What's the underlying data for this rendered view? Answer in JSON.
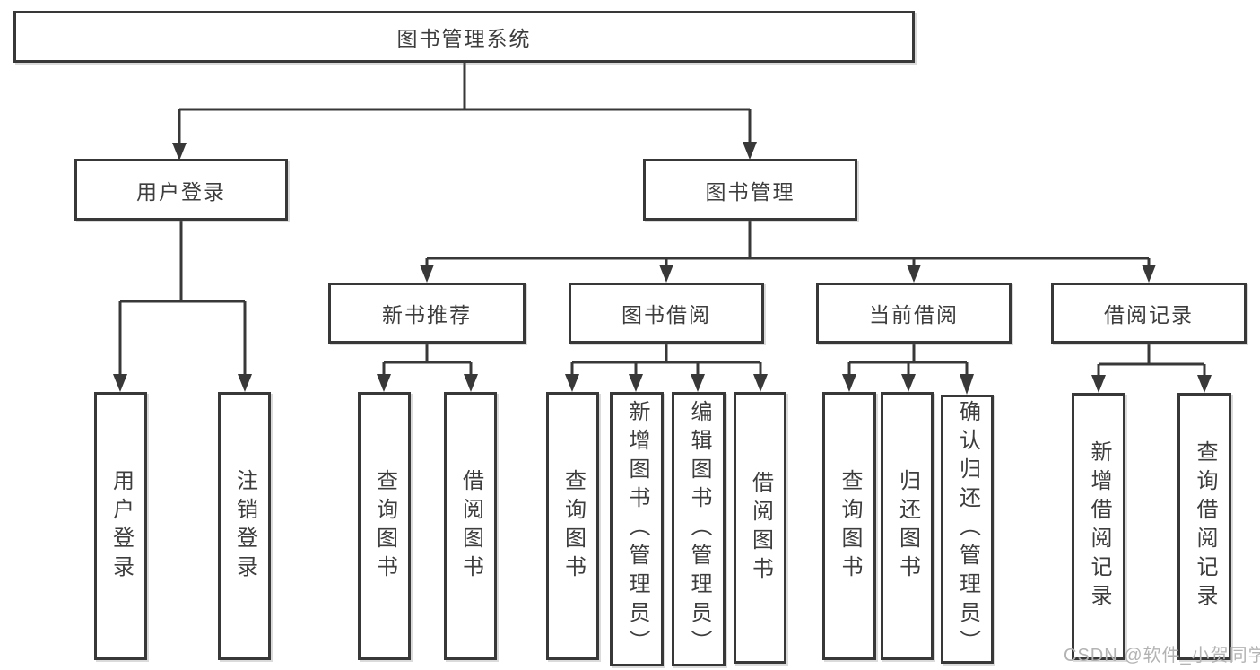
{
  "diagram": {
    "root": {
      "label": "图书管理系统"
    },
    "branches": [
      {
        "label": "用户登录",
        "children": [
          {
            "label": "用户登录"
          },
          {
            "label": "注销登录"
          }
        ]
      },
      {
        "label": "图书管理",
        "children": [
          {
            "label": "新书推荐",
            "children": [
              {
                "label": "查询图书"
              },
              {
                "label": "借阅图书"
              }
            ]
          },
          {
            "label": "图书借阅",
            "children": [
              {
                "label": "查询图书"
              },
              {
                "label": "新增图书（管理员）"
              },
              {
                "label": "编辑图书（管理员）"
              },
              {
                "label": "借阅图书"
              }
            ]
          },
          {
            "label": "当前借阅",
            "children": [
              {
                "label": "查询图书"
              },
              {
                "label": "归还图书"
              },
              {
                "label": "确认归还（管理员）"
              }
            ]
          },
          {
            "label": "借阅记录",
            "children": [
              {
                "label": "新增借阅记录"
              },
              {
                "label": "查询借阅记录"
              }
            ]
          }
        ]
      }
    ],
    "watermark": "CSDN @软件_小贺同学"
  },
  "colors": {
    "line": "#383838",
    "box_border": "#383838",
    "box_fill": "#ffffff",
    "text": "#3d3d3d",
    "watermark": "#b3b3b3",
    "background": "#ffffff"
  }
}
